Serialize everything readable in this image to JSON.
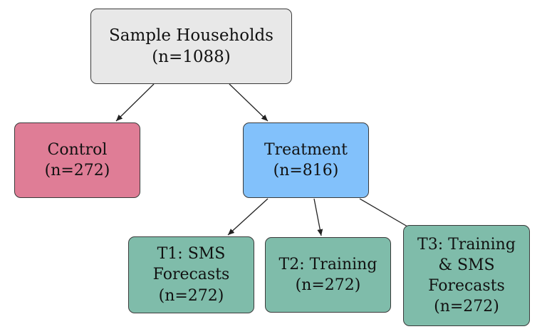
{
  "colors": {
    "root": "#e8e8e8",
    "control": "#df7d96",
    "treatment": "#82c1fb",
    "arm": "#7fbcaa",
    "edge": "#222222",
    "border": "#3a3a3a"
  },
  "nodes": {
    "root": {
      "line1": "Sample Households",
      "line2": "(n=1088)"
    },
    "control": {
      "line1": "Control",
      "line2": "(n=272)"
    },
    "treatment": {
      "line1": "Treatment",
      "line2": "(n=816)"
    },
    "t1": {
      "line1": "T1:  SMS",
      "line2": "Forecasts",
      "line3": "(n=272)"
    },
    "t2": {
      "line1": "T2:  Training",
      "line2": "(n=272)"
    },
    "t3": {
      "line1": "T3:  Training",
      "line2": "& SMS",
      "line3": "Forecasts",
      "line4": "(n=272)"
    }
  }
}
